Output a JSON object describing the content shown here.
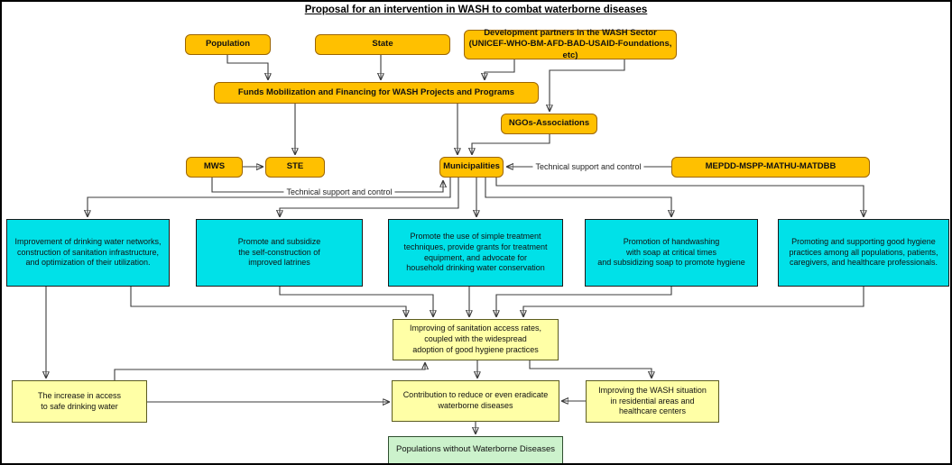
{
  "title": "Proposal for an intervention in WASH to combat waterborne diseases",
  "colors": {
    "gold": "#FFC000",
    "gold-border": "#9C6500",
    "cyan": "#00E1E8",
    "yellow": "#FFFFA6",
    "green": "#CCF2CC",
    "line": "#3b3b3b"
  },
  "edge_labels": {
    "left_technical": "Technical support and control",
    "right_technical": "Technical support and control"
  },
  "nodes": {
    "population": {
      "label": "Population"
    },
    "state": {
      "label": "State"
    },
    "dev_partners": {
      "label": "Development partners in the WASH Sector\n(UNICEF-WHO-BM-AFD-BAD-USAID-Foundations, etc)"
    },
    "funds": {
      "label": "Funds Mobilization and Financing for WASH Projects and Programs"
    },
    "ngos": {
      "label": "NGOs-Associations"
    },
    "mws": {
      "label": "MWS"
    },
    "ste": {
      "label": "STE"
    },
    "municipalities": {
      "label": "Municipalities"
    },
    "mepdd": {
      "label": "MEPDD-MSPP-MATHU-MATDBB"
    },
    "improve_networks": {
      "label": "Improvement of drinking water networks,\nconstruction of sanitation infrastructure,\nand optimization of their utilization."
    },
    "latrines": {
      "label": "Promote and subsidize\nthe self-construction of\nimproved latrines"
    },
    "treatment": {
      "label": "Promote the use of simple treatment\ntechniques,  provide grants for treatment\nequipment, and advocate for\nhousehold drinking water conservation"
    },
    "handwashing": {
      "label": "Promotion of handwashing\nwith soap at critical times\nand subsidizing soap to promote hygiene"
    },
    "hygiene_practices": {
      "label": "Promoting and supporting good hygiene\npractices among all populations, patients,\ncaregivers, and healthcare professionals."
    },
    "sanitation_rates": {
      "label": "Improving of sanitation access rates,\ncoupled with the widespread\nadoption of good hygiene practices"
    },
    "safe_water": {
      "label": "The increase in access\nto safe drinking water"
    },
    "contribution": {
      "label": "Contribution to reduce or even eradicate\nwaterborne diseases"
    },
    "wash_situation": {
      "label": "Improving the WASH situation\nin residential areas and\nhealthcare centers"
    },
    "no_diseases": {
      "label": "Populations without Waterborne Diseases"
    }
  }
}
